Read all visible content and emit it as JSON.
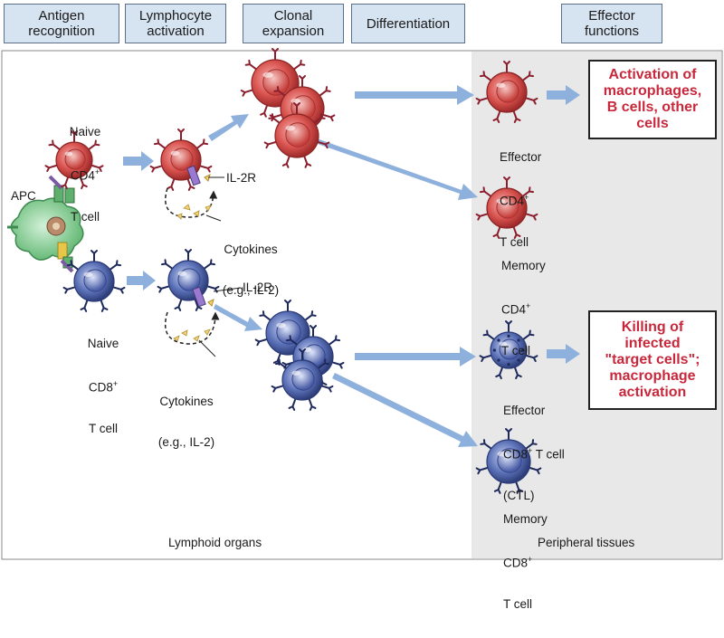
{
  "stages": [
    "Antigen\nrecognition",
    "Lymphocyte\nactivation",
    "Clonal\nexpansion",
    "Differentiation",
    "Effector\nfunctions"
  ],
  "labels": {
    "naive_cd4_a": "Naive",
    "naive_cd4_b": "CD4",
    "naive_cd4_sup": "+",
    "naive_cd4_c": "T cell",
    "apc": "APC",
    "il2r_top": "IL-2R",
    "cytokines_top": "Cytokines",
    "cytokines_top_eg": "(e.g., IL-2)",
    "naive_cd8_a": "Naive",
    "naive_cd8_b": "CD8",
    "naive_cd8_sup": "+",
    "naive_cd8_c": "T cell",
    "il2r_bottom": "IL-2R",
    "cytokines_bottom": "Cytokines",
    "cytokines_bottom_eg": "(e.g., IL-2)",
    "effector_cd4_a": "Effector",
    "effector_cd4_b": "CD4",
    "effector_cd4_sup": "+",
    "effector_cd4_c": "T cell",
    "memory_cd4_a": "Memory",
    "memory_cd4_b": "CD4",
    "memory_cd4_sup": "+",
    "memory_cd4_c": "T cell",
    "effector_cd8_a": "Effector",
    "effector_cd8_b": "CD8",
    "effector_cd8_sup": "+",
    "effector_cd8_b2": " T cell",
    "effector_cd8_c": "(CTL)",
    "memory_cd8_a": "Memory",
    "memory_cd8_b": "CD8",
    "memory_cd8_sup": "+",
    "memory_cd8_c": "T cell"
  },
  "effector_functions": {
    "cd4": "Activation of\nmacrophages,\nB cells, other\ncells",
    "cd8": "Killing of\ninfected\n\"target cells\";\nmacrophage\nactivation"
  },
  "regions": {
    "lymphoid": "Lymphoid organs",
    "peripheral": "Peripheral tissues"
  },
  "colors": {
    "header_fill": "#d6e3f1",
    "peripheral_fill": "#e8e8e8",
    "cd4_cell": "#d9534f",
    "cd8_cell": "#5c72b8",
    "apc": "#7fcc8f",
    "arrow": "#8eb0dc",
    "effector_text": "#c8283c"
  }
}
